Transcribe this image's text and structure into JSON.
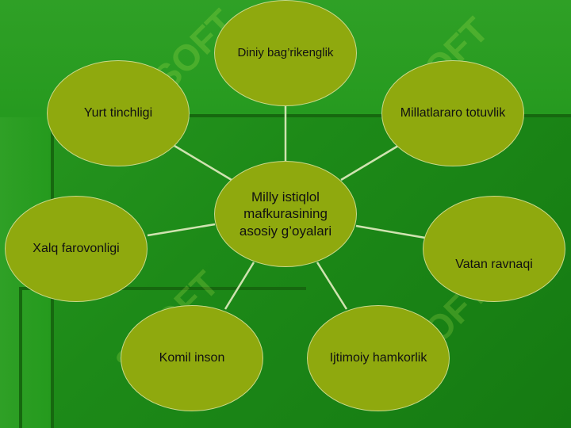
{
  "center": {
    "label": "Milly istiqlol\nmafkurasining\nasosiy g’oyalari"
  },
  "nodes": [
    {
      "id": "top",
      "label": "Diniy bag’rikenglik"
    },
    {
      "id": "upper-left",
      "label": "Yurt tinchligi"
    },
    {
      "id": "upper-right",
      "label": "Millatlararo totuvlik"
    },
    {
      "id": "left",
      "label": "Xalq farovonligi"
    },
    {
      "id": "right",
      "label": "Vatan ravnaqi"
    },
    {
      "id": "bottom-left",
      "label": "Komil inson"
    },
    {
      "id": "bottom-right",
      "label": "Ijtimoiy hamkorlik"
    }
  ],
  "watermark": {
    "text": "SOFT"
  },
  "colors": {
    "background": "#1f8a1a",
    "node_fill": "#8fa90e",
    "connector": "#cfe3b0"
  }
}
